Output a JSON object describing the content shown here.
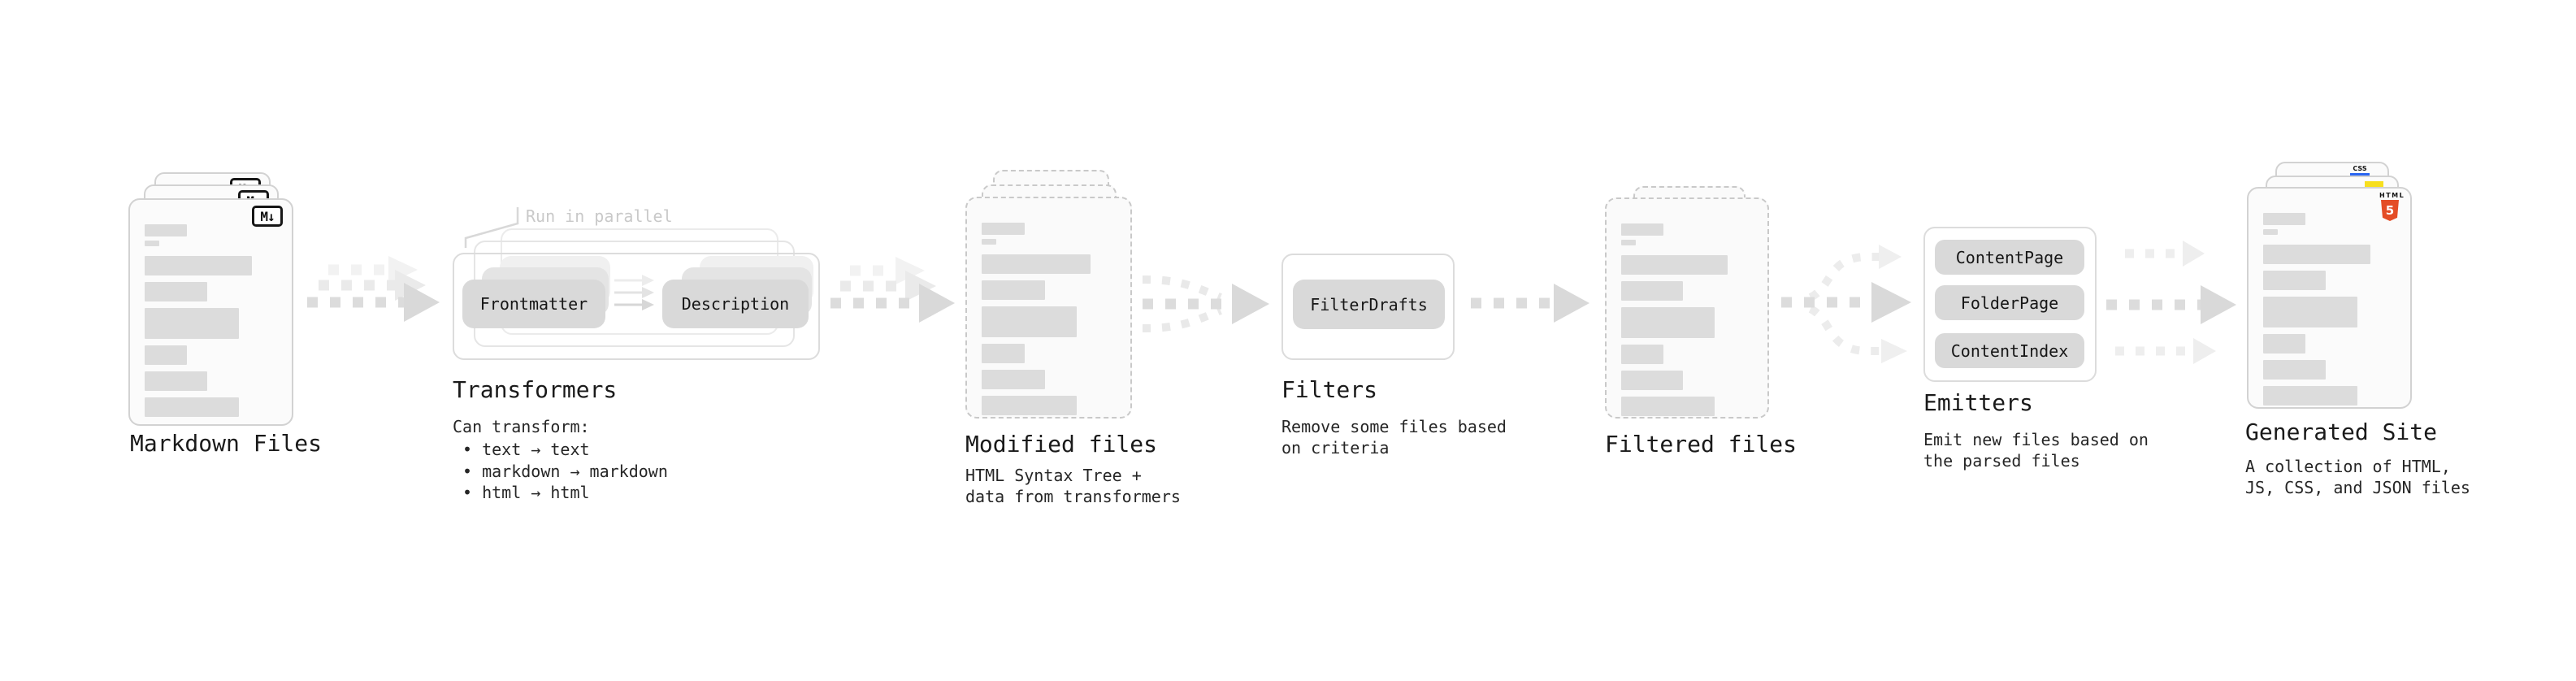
{
  "colors": {
    "html5-orange": "#e44d26",
    "js-yellow": "#f7df1e",
    "css-blue": "#2965f1",
    "ink": "#1a1a1a",
    "muted-annotation": "#c9c9c9",
    "arrow-gray": "#dcdcdc",
    "pill-gray": "#d9d9d9"
  },
  "stages": {
    "markdown": {
      "label": "Markdown Files",
      "badge": "M↓"
    },
    "transformers": {
      "annotation": "Run in parallel",
      "pill_left": "Frontmatter",
      "pill_right": "Description",
      "title": "Transformers",
      "note_heading": "Can transform:",
      "bullets": [
        "• text → text",
        "• markdown → markdown",
        "• html → html"
      ]
    },
    "modified": {
      "label": "Modified files",
      "description": "HTML Syntax Tree +\ndata from transformers"
    },
    "filters": {
      "title": "Filters",
      "pill": "FilterDrafts",
      "description": "Remove some files based\non criteria"
    },
    "filtered": {
      "label": "Filtered files"
    },
    "emitters": {
      "title": "Emitters",
      "pills": [
        "ContentPage",
        "FolderPage",
        "ContentIndex"
      ],
      "description": "Emit new files based on\nthe parsed files"
    },
    "generated": {
      "label": "Generated Site",
      "description": "A collection of HTML,\nJS, CSS, and JSON files",
      "badges": {
        "css": "CSS",
        "html_text": "HTML",
        "html_number": "5"
      }
    }
  }
}
